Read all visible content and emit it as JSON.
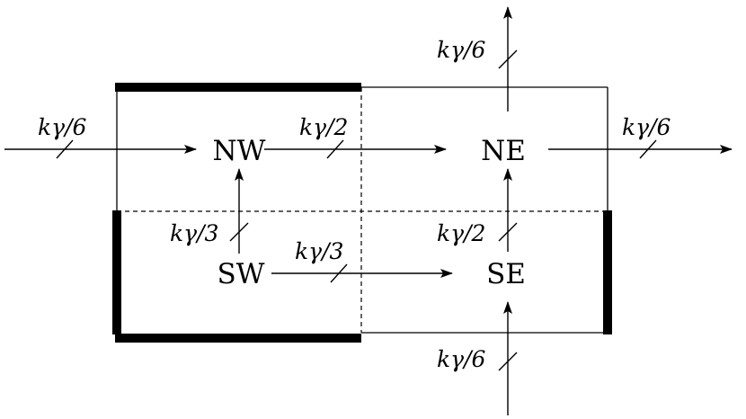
{
  "regions": {
    "nw": "NW",
    "ne": "NE",
    "sw": "SW",
    "se": "SE"
  },
  "flows": {
    "inflow_west": "kγ/6",
    "nw_to_ne": "kγ/2",
    "outflow_east": "kγ/6",
    "outflow_north": "kγ/6",
    "sw_to_nw": "kγ/3",
    "sw_to_se": "kγ/3",
    "se_to_ne": "kγ/2",
    "inflow_south": "kγ/6"
  },
  "colors": {
    "stroke": "#000000",
    "background": "#ffffff"
  }
}
